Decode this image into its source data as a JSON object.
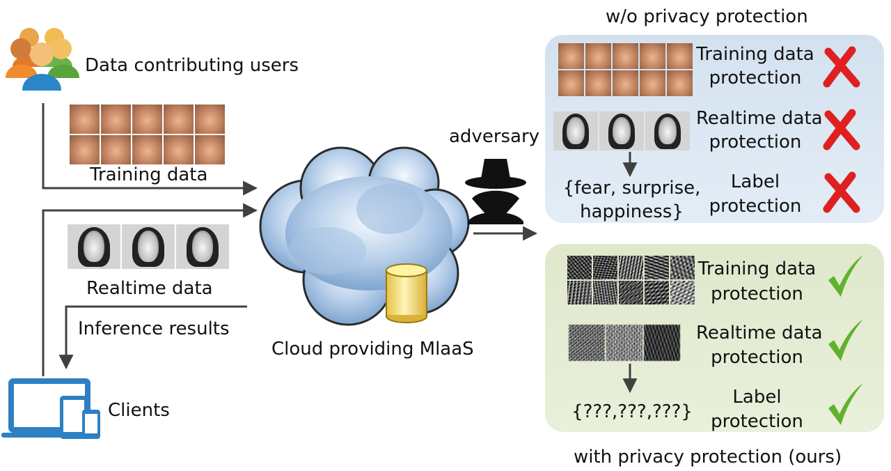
{
  "left": {
    "users_label": "Data contributing users",
    "training_label": "Training data",
    "realtime_label": "Realtime data",
    "inference_label": "Inference results",
    "clients_label": "Clients"
  },
  "center": {
    "cloud_label": "Cloud providing MlaaS",
    "adversary_label": "adversary"
  },
  "top_panel": {
    "title": "w/o privacy protection",
    "rows": [
      {
        "line1": "Training data",
        "line2": "protection",
        "status": "cross"
      },
      {
        "line1": "Realtime data",
        "line2": "protection",
        "status": "cross"
      },
      {
        "line1": "Label",
        "line2": "protection",
        "status": "cross"
      }
    ],
    "labels_line1": "{fear, surprise,",
    "labels_line2": "happiness}"
  },
  "bottom_panel": {
    "title": "with privacy protection (ours)",
    "rows": [
      {
        "line1": "Training data",
        "line2": "protection",
        "status": "check"
      },
      {
        "line1": "Realtime data",
        "line2": "protection",
        "status": "check"
      },
      {
        "line1": "Label",
        "line2": "protection",
        "status": "check"
      }
    ],
    "labels_text": "{???,???,???}"
  },
  "icons": {
    "users": "users-group-icon",
    "clients": "devices-icon",
    "adversary": "spy-icon",
    "database": "database-icon",
    "cross": "cross-mark-icon",
    "check": "check-mark-icon"
  },
  "colors": {
    "cross": "#e02020",
    "check": "#62b12c",
    "devices": "#3a86c8",
    "panel_top": "#dae6f1",
    "panel_bottom": "#e4ecd5"
  }
}
